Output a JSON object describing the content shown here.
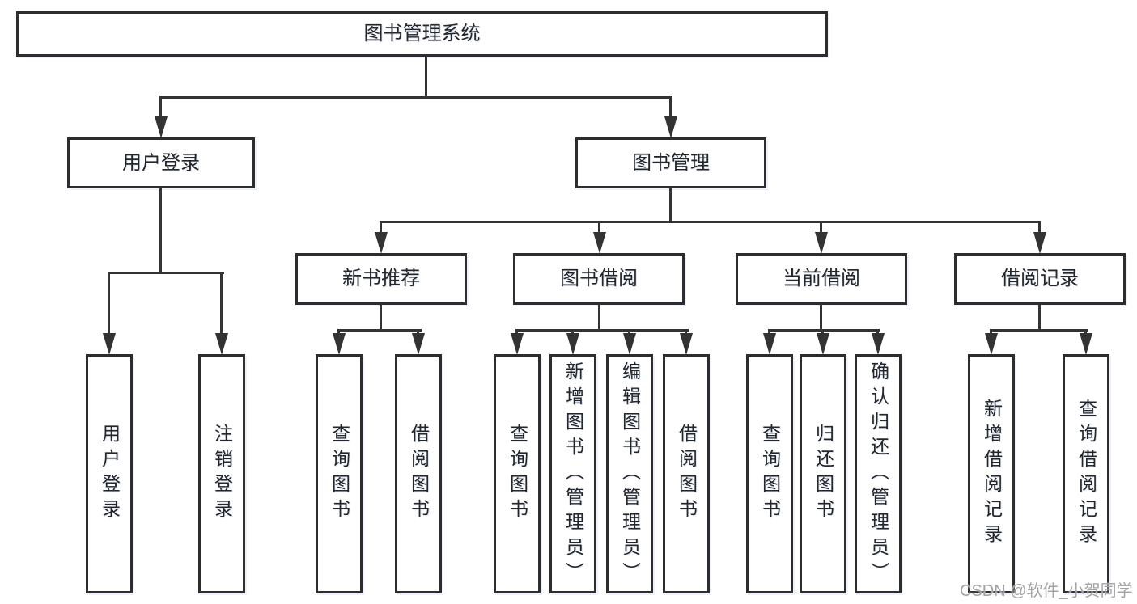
{
  "tree": {
    "label": "图书管理系统",
    "children": [
      {
        "label": "用户登录",
        "children": [
          {
            "label": "用户登录"
          },
          {
            "label": "注销登录"
          }
        ]
      },
      {
        "label": "图书管理",
        "children": [
          {
            "label": "新书推荐",
            "children": [
              {
                "label": "查询图书"
              },
              {
                "label": "借阅图书"
              }
            ]
          },
          {
            "label": "图书借阅",
            "children": [
              {
                "label": "查询图书"
              },
              {
                "label": "新增图书（管理员）"
              },
              {
                "label": "编辑图书（管理员）"
              },
              {
                "label": "借阅图书"
              }
            ]
          },
          {
            "label": "当前借阅",
            "children": [
              {
                "label": "查询图书"
              },
              {
                "label": "归还图书"
              },
              {
                "label": "确认归还（管理员）"
              }
            ]
          },
          {
            "label": "借阅记录",
            "children": [
              {
                "label": "新增借阅记录"
              },
              {
                "label": "查询借阅记录"
              }
            ]
          }
        ]
      }
    ]
  },
  "watermark": "CSDN @软件_小贺同学",
  "colors": {
    "line": "#333333",
    "border": "#2d2d2d",
    "text": "#262626",
    "watermark": "#a3a3a3",
    "background": "#ffffff"
  }
}
